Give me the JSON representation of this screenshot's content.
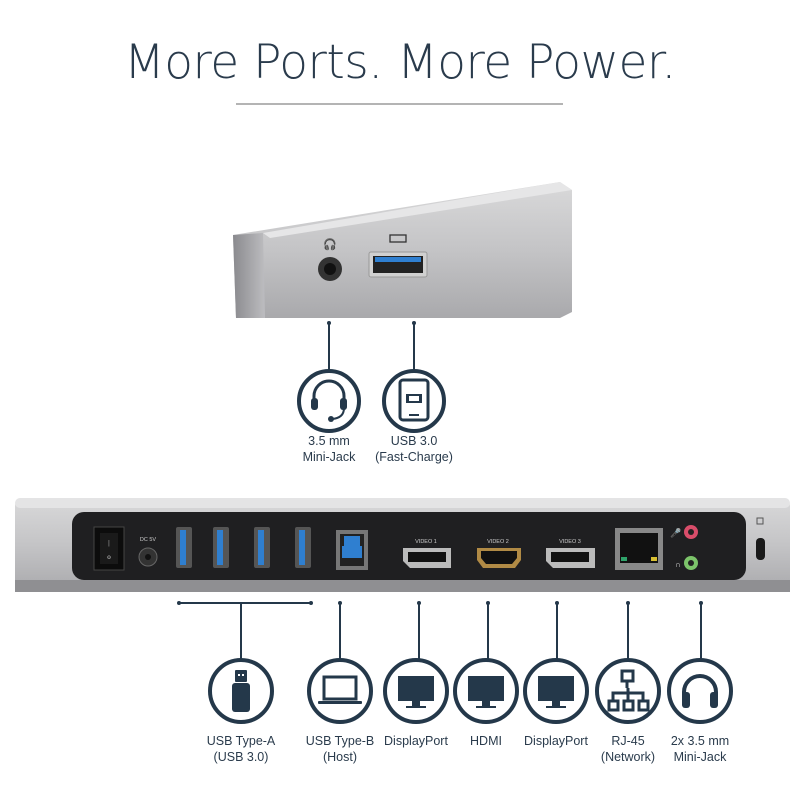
{
  "title": "More Ports. More Power.",
  "colors": {
    "accent": "#24384a",
    "usb_blue": "#2f7fd0",
    "mic_pink": "#d94d6a",
    "audio_green": "#7cc46a"
  },
  "front_ports": [
    {
      "icon": "headset-icon",
      "line1": "3.5 mm",
      "line2": "Mini-Jack"
    },
    {
      "icon": "tablet-charging-icon",
      "line1": "USB 3.0",
      "line2": "(Fast-Charge)"
    }
  ],
  "rear_panel": {
    "dc_label": "DC 5V",
    "video_labels": [
      "VIDEO 1",
      "VIDEO 2",
      "VIDEO 3"
    ]
  },
  "rear_ports": [
    {
      "icon": "usb-stick-icon",
      "line1": "USB Type-A",
      "line2": "(USB 3.0)"
    },
    {
      "icon": "laptop-icon",
      "line1": "USB Type-B",
      "line2": "(Host)"
    },
    {
      "icon": "monitor-icon",
      "line1": "DisplayPort",
      "line2": ""
    },
    {
      "icon": "monitor-icon",
      "line1": "HDMI",
      "line2": ""
    },
    {
      "icon": "monitor-icon",
      "line1": "DisplayPort",
      "line2": ""
    },
    {
      "icon": "network-icon",
      "line1": "RJ-45",
      "line2": "(Network)"
    },
    {
      "icon": "headphones-icon",
      "line1": "2x 3.5 mm",
      "line2": "Mini-Jack"
    }
  ]
}
